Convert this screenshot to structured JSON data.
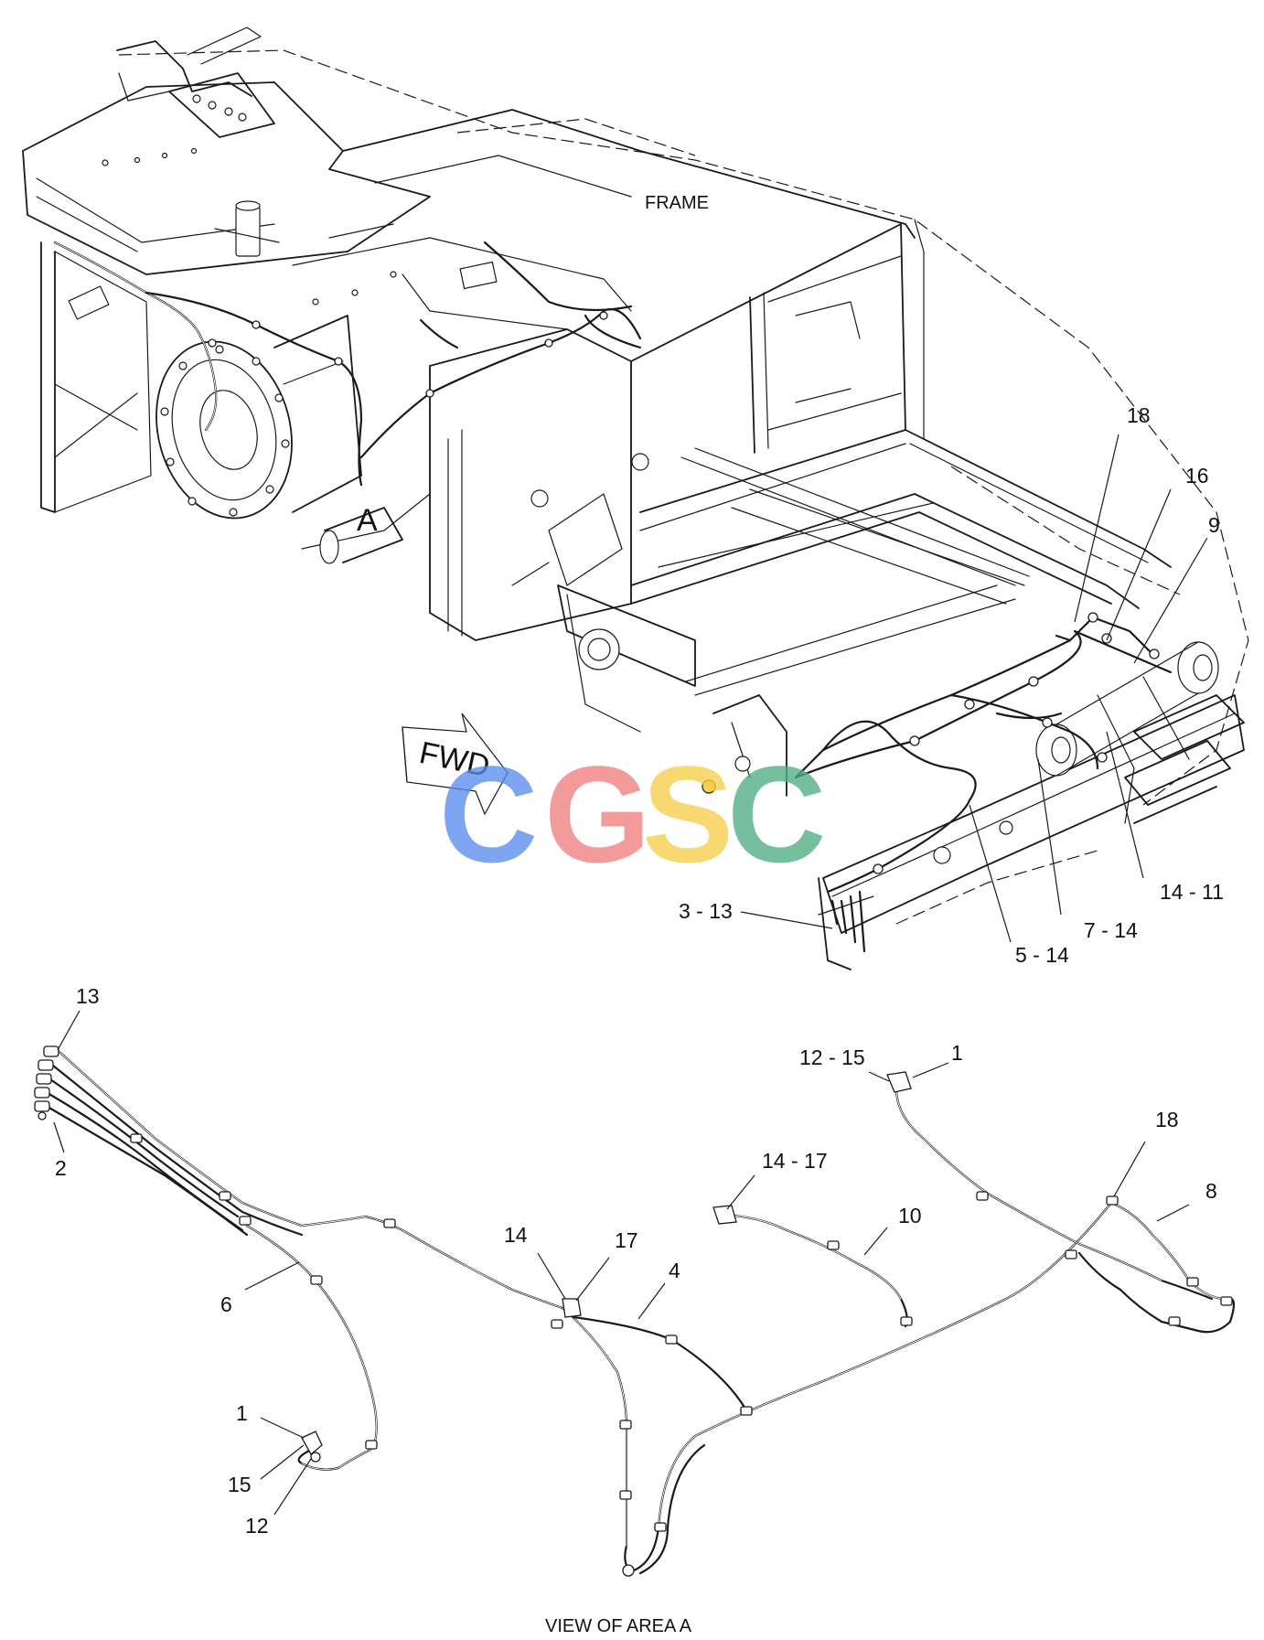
{
  "frame_label": "FRAME",
  "area_marker": "A",
  "fwd_arrow": "FWD",
  "caption": "VIEW OF AREA A",
  "watermark": {
    "letters": [
      "C",
      "G",
      "S",
      "C"
    ],
    "colors": [
      "#5b8def",
      "#f08080",
      "#f7cf4a",
      "#4fae85"
    ]
  },
  "callouts_top": {
    "c18": "18",
    "c16": "16",
    "c9": "9",
    "c14_11": "14 - 11",
    "c7_14": "7 - 14",
    "c5_14": "5 - 14",
    "c3_13": "3 - 13"
  },
  "callouts_view": {
    "c13": "13",
    "c2": "2",
    "c6": "6",
    "c1_left": "1",
    "c15": "15",
    "c12": "12",
    "c14": "14",
    "c17": "17",
    "c4": "4",
    "c14_17": "14 - 17",
    "c10": "10",
    "c12_15": "12 - 15",
    "c1_right": "1",
    "c18": "18",
    "c8": "8"
  }
}
